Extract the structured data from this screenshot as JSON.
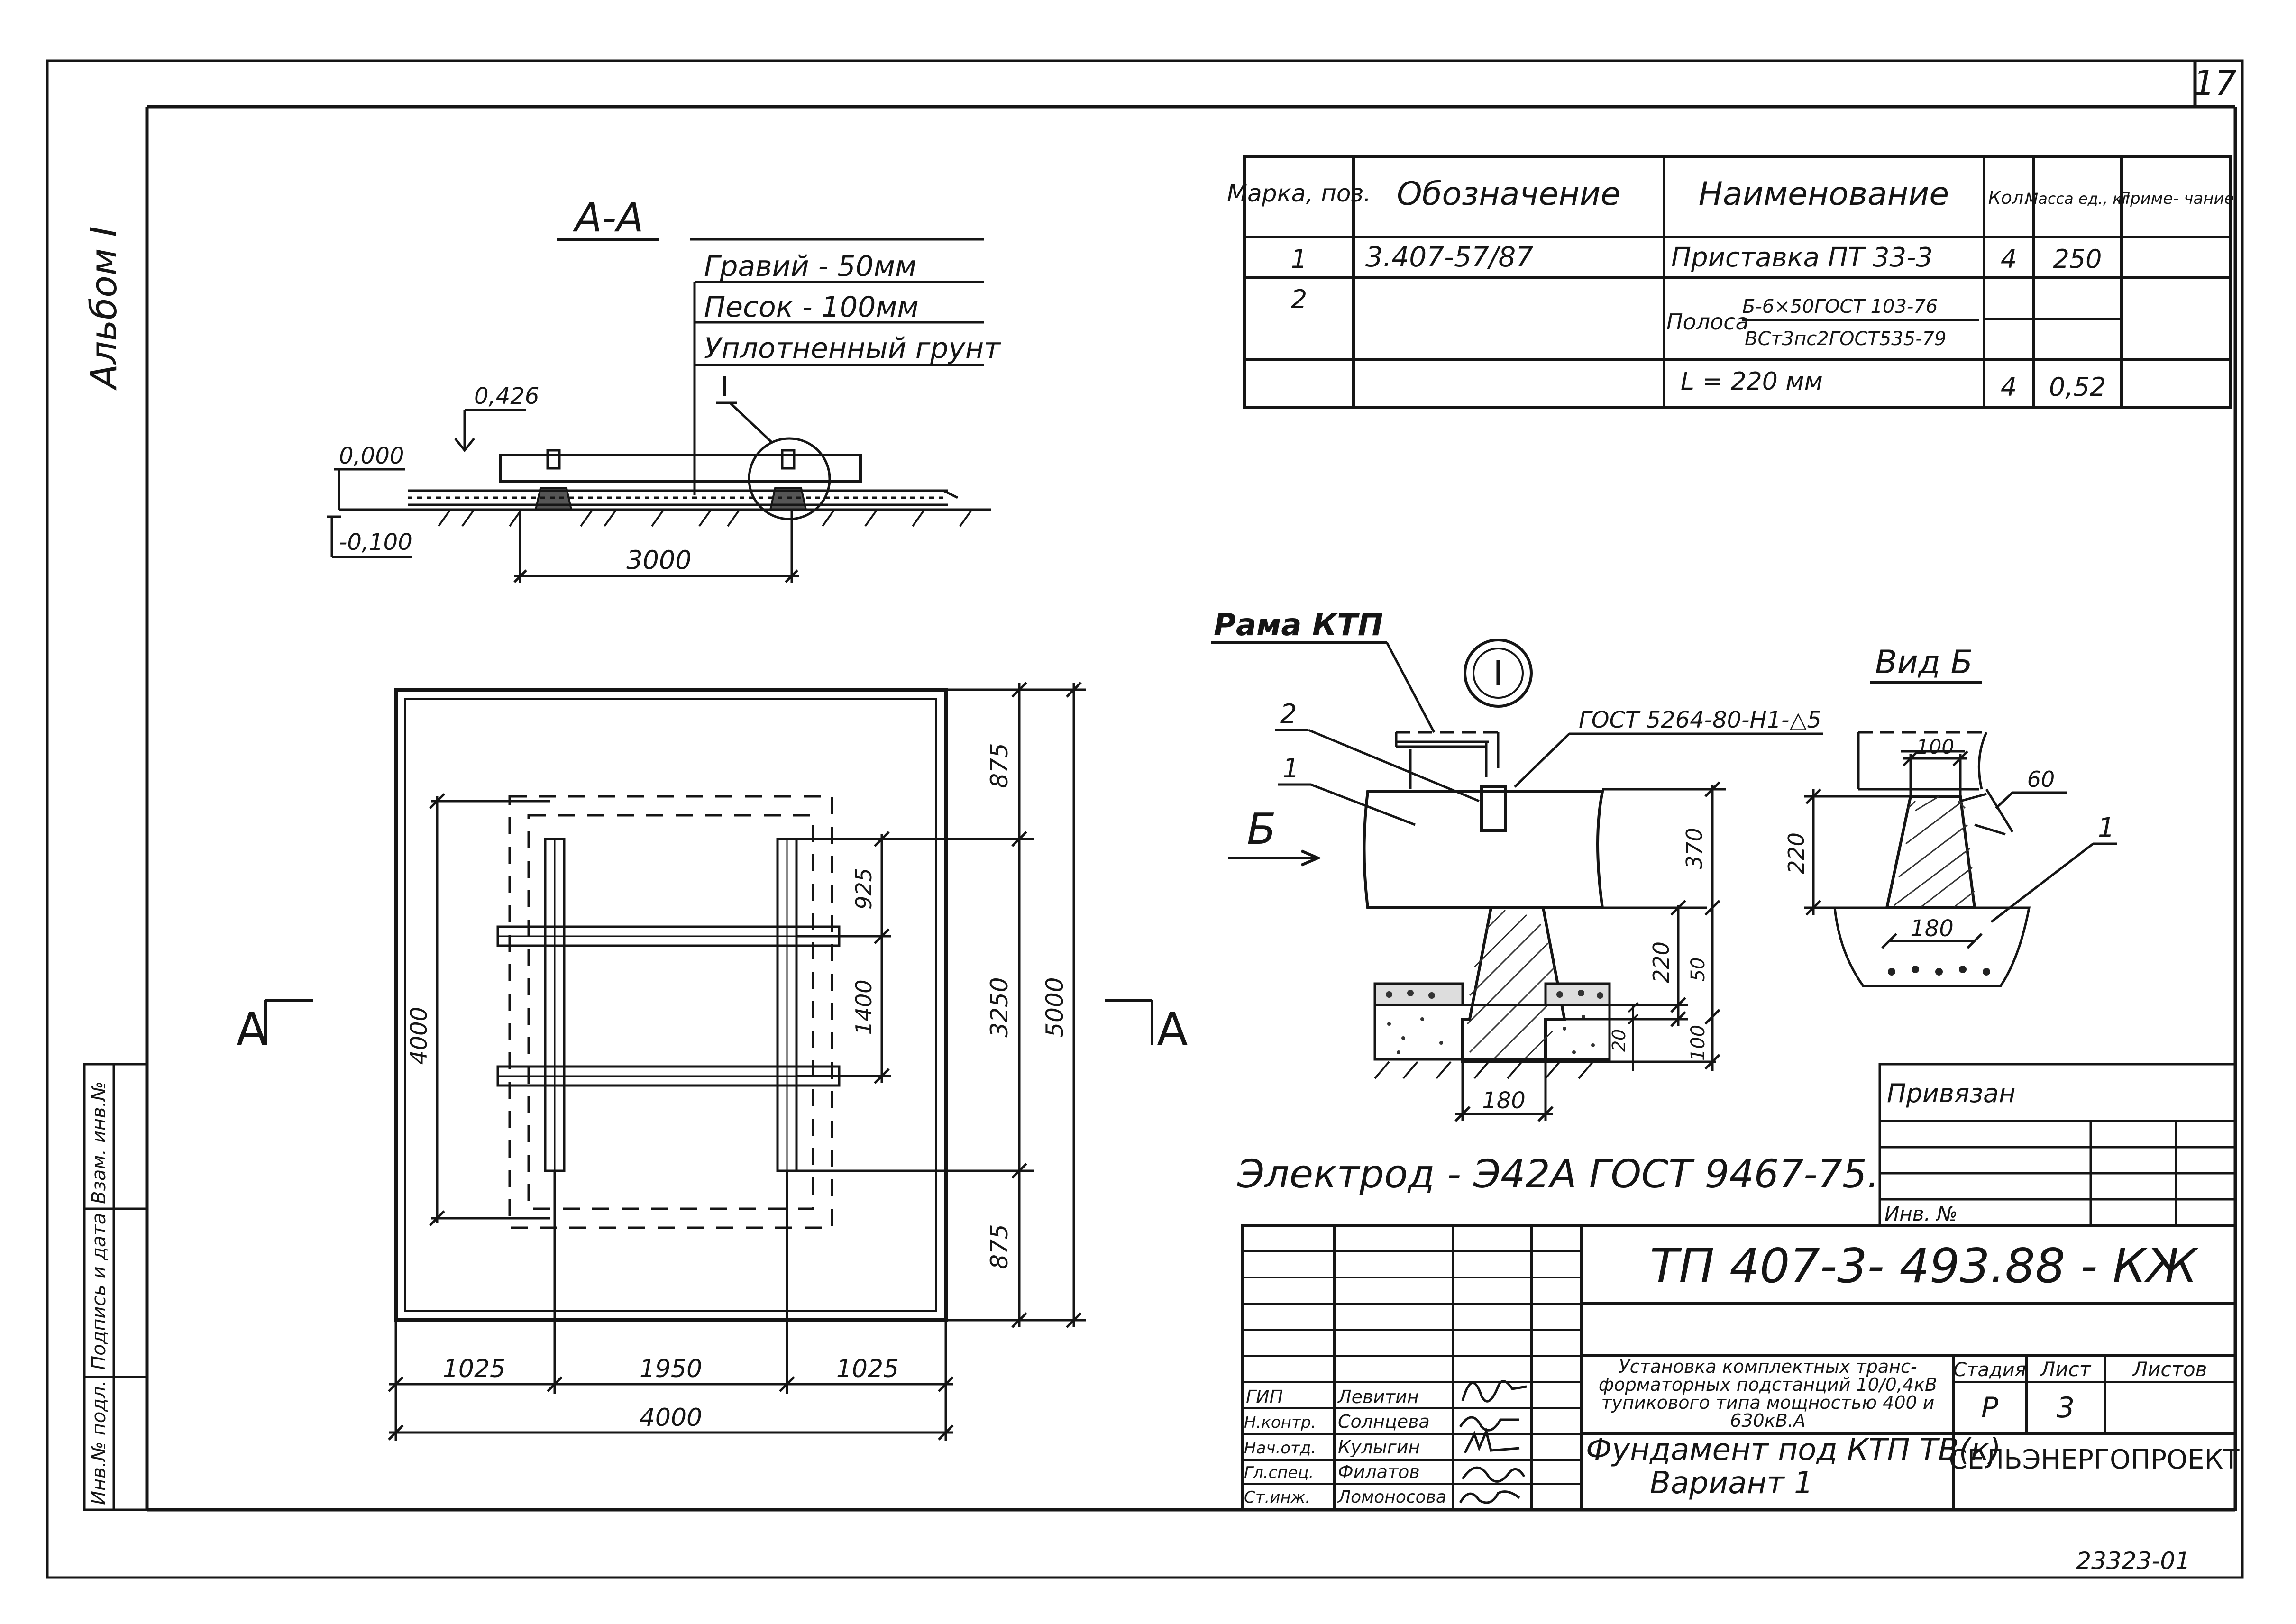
{
  "sheet": {
    "sheet_number": "17",
    "album": "Альбом I",
    "inventory_number": "23323-01"
  },
  "spec_table": {
    "headers": [
      "Марка, поз.",
      "Обозначение",
      "Наименование",
      "Кол.",
      "Масса ед., кг",
      "Приме- чание"
    ],
    "rows": [
      {
        "mark": "1",
        "designation": "3.407-57/87",
        "name": "Приставка ПТ 33-3",
        "qty": "4",
        "mass": "250",
        "note": ""
      },
      {
        "mark": "2",
        "designation": "",
        "name_prefix": "Полоса",
        "name_top": "Б-6×50ГОСТ 103-76",
        "name_bottom": "ВСт3пс2ГОСТ535-79",
        "qty": "",
        "mass": "",
        "note": ""
      },
      {
        "mark": "",
        "designation": "",
        "name": "L = 220 мм",
        "qty": "4",
        "mass": "0,52",
        "note": ""
      }
    ]
  },
  "section_aa": {
    "title": "А-А",
    "layers": [
      "Гравий - 50мм",
      "Песок - 100мм",
      "Уплотненный грунт"
    ],
    "callout": "I",
    "elev_top": "0,426",
    "elev_zero": "0,000",
    "elev_bottom": "-0,100",
    "dim_span": "3000"
  },
  "plan": {
    "section_mark_left": "А",
    "section_mark_right": "А",
    "dims_right": [
      "875",
      "3250",
      "875"
    ],
    "dim_total_right": "5000",
    "dim_inner_right_top": "925",
    "dim_inner_right_mid": "1400",
    "dim_left": "4000",
    "dims_bottom": [
      "1025",
      "1950",
      "1025"
    ],
    "dim_total_bottom": "4000"
  },
  "detail_i": {
    "frame_label": "Рама КТП",
    "callout": "I",
    "weld_note": "ГОСТ 5264-80-Н1-△5",
    "pos_2": "2",
    "pos_1": "1",
    "view_mark": "Б",
    "dims_right": [
      "370",
      "220",
      "50",
      "100"
    ],
    "dim_small": "20",
    "dim_bottom": "180"
  },
  "view_b": {
    "title": "Вид Б",
    "dim_top": "100",
    "dim_angle": "60",
    "dim_height": "220",
    "dim_base": "180",
    "pos_1": "1"
  },
  "electrode_note": "Электрод - Э42А ГОСТ 9467-75.",
  "binding_block": {
    "title": "Привязан",
    "inv_label": "Инв. №"
  },
  "title_block": {
    "code": "ТП 407-3- 493.88 - КЖ",
    "project_desc": "Установка комплектных транс- форматорных подстанций 10/0,4кВ тупикового типа мощностью 400 и 630кВ.А",
    "sheet_title_line1": "Фундамент под КТП ТВ(к)",
    "sheet_title_line2": "Вариант 1",
    "stage_label": "Стадия",
    "sheet_label": "Лист",
    "sheets_label": "Листов",
    "stage": "Р",
    "sheet": "3",
    "organization": "СЕЛЬЭНЕРГОПРОЕКТ",
    "signatures": [
      {
        "role": "ГИП",
        "name": "Левитин"
      },
      {
        "role": "Н.контр.",
        "name": "Солнцева"
      },
      {
        "role": "Нач.отд.",
        "name": "Кулыгин"
      },
      {
        "role": "Гл.спец.",
        "name": "Филатов"
      },
      {
        "role": "Ст.инж.",
        "name": "Ломоносова"
      }
    ]
  },
  "left_strip": [
    "Инв.№ подл.",
    "Подпись и дата",
    "Взам. инв.№"
  ]
}
